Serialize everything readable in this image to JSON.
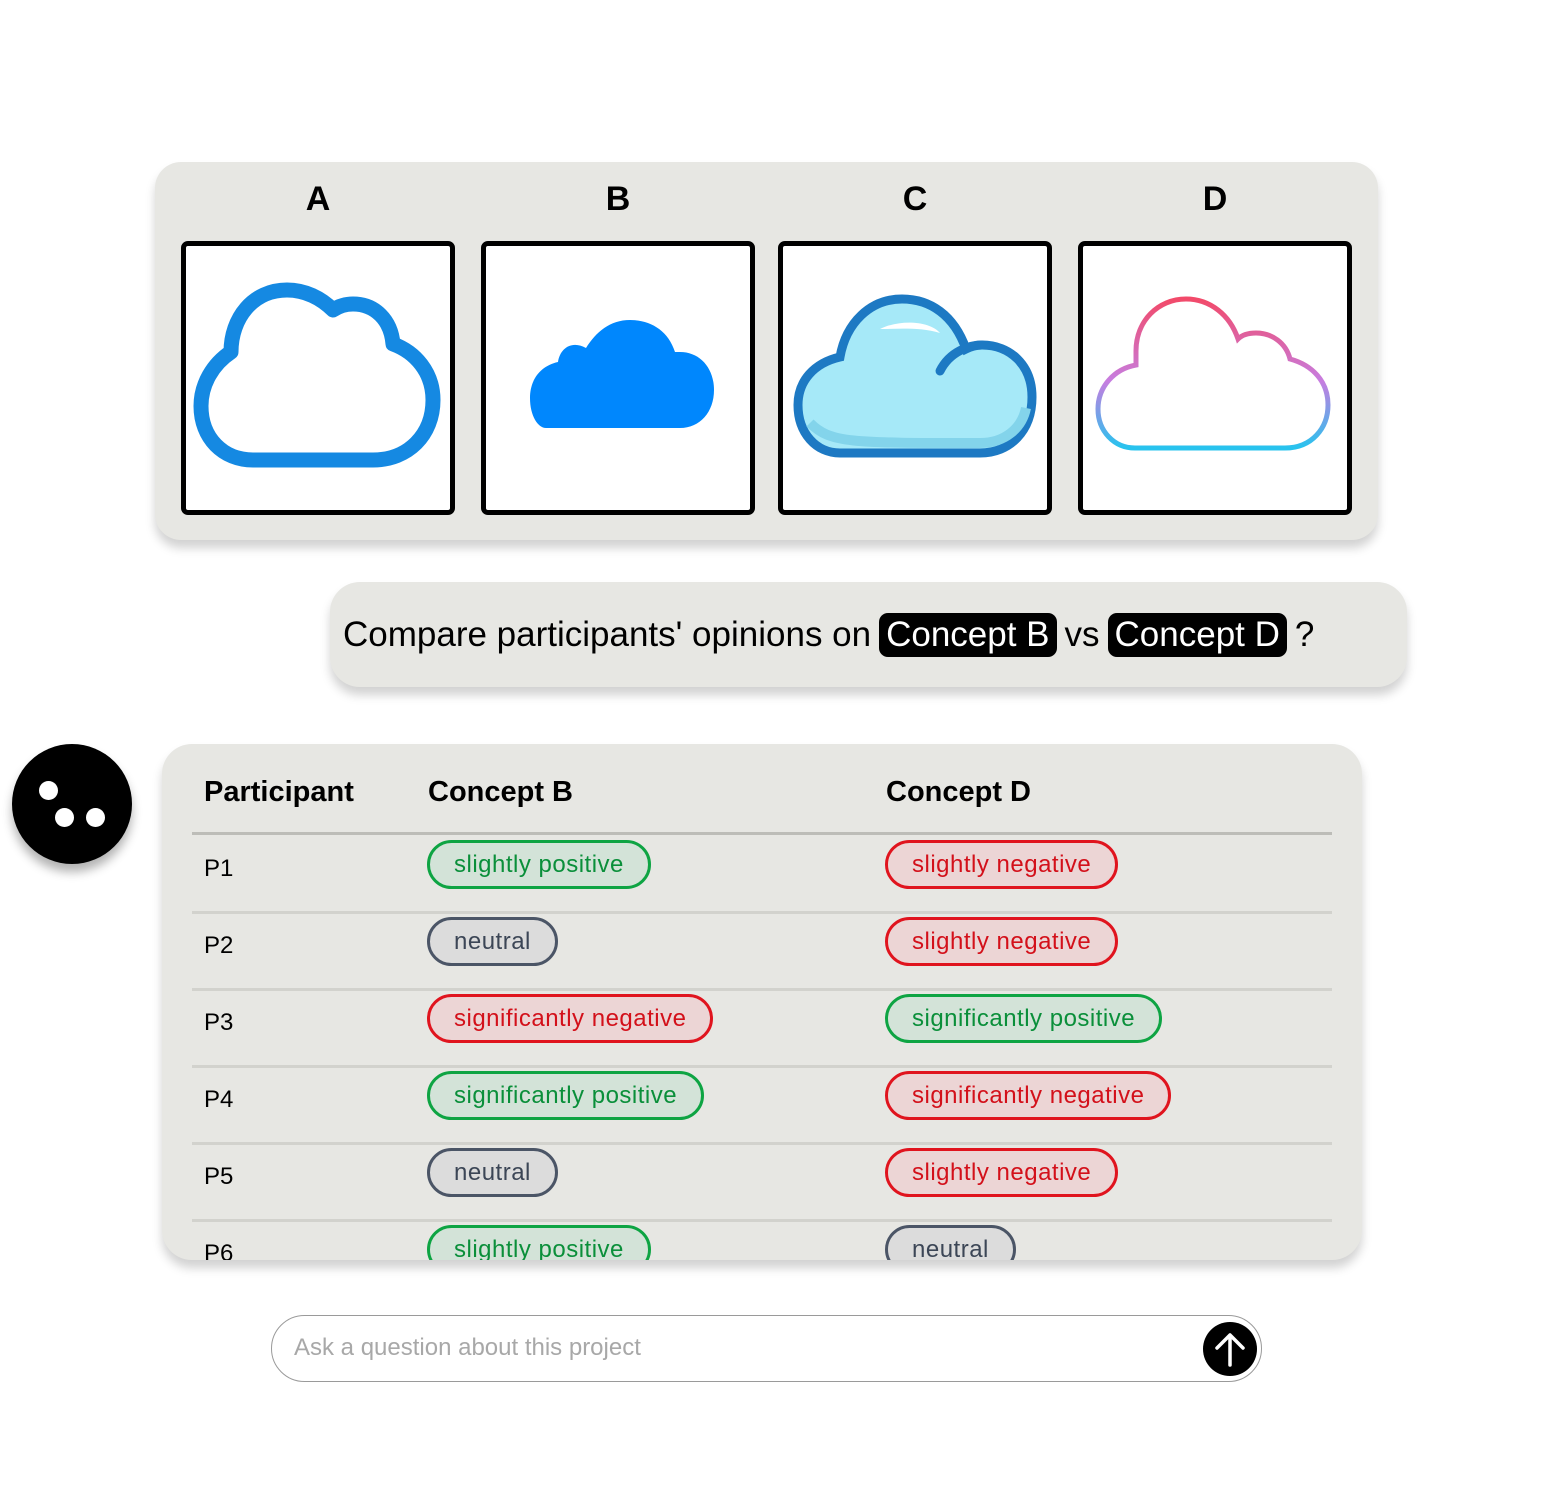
{
  "concepts": [
    {
      "label": "A",
      "icon": "cloud-outline-blue-icon"
    },
    {
      "label": "B",
      "icon": "cloud-solid-blue-icon"
    },
    {
      "label": "C",
      "icon": "cloud-glossy-lightblue-icon"
    },
    {
      "label": "D",
      "icon": "cloud-gradient-outline-icon"
    }
  ],
  "question": {
    "prefix": "Compare participants' opinions on",
    "a": "Concept B",
    "mid": "vs",
    "b": "Concept D",
    "suffix": "?"
  },
  "table": {
    "headers": [
      "Participant",
      "Concept B",
      "Concept D"
    ],
    "rows": [
      {
        "p": "P1",
        "b": "slightly positive",
        "d": "slightly negative"
      },
      {
        "p": "P2",
        "b": "neutral",
        "d": "slightly negative"
      },
      {
        "p": "P3",
        "b": "significantly negative",
        "d": "significantly positive"
      },
      {
        "p": "P4",
        "b": "significantly positive",
        "d": "significantly negative"
      },
      {
        "p": "P5",
        "b": "neutral",
        "d": "slightly negative"
      },
      {
        "p": "P6",
        "b": "slightly positive",
        "d": "neutral"
      }
    ]
  },
  "colors": {
    "positive": "#0ea443",
    "negative": "#e0141e",
    "neutral": "#4b5566"
  },
  "input": {
    "placeholder": "Ask a question about this project"
  }
}
